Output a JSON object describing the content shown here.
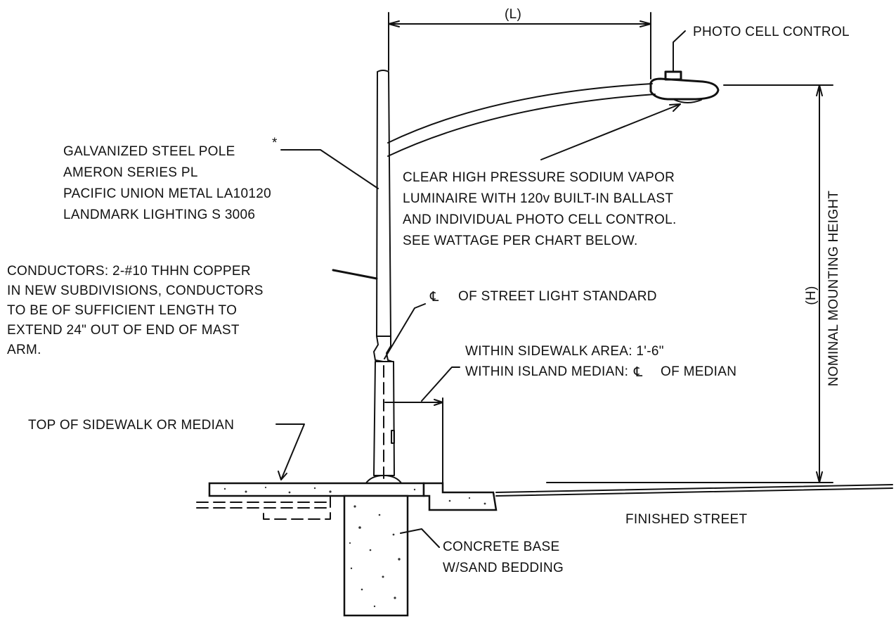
{
  "labels": {
    "dimension_L": "(L)",
    "photo_cell": "PHOTO CELL CONTROL",
    "pole_asterisk": "*",
    "pole_line1": "GALVANIZED STEEL POLE",
    "pole_line2": "AMERON SERIES PL",
    "pole_line3": "PACIFIC UNION METAL LA10120",
    "pole_line4": "LANDMARK LIGHTING S 3006",
    "luminaire_line1": "CLEAR HIGH PRESSURE SODIUM VAPOR",
    "luminaire_line2": "LUMINAIRE WITH 120v BUILT-IN BALLAST",
    "luminaire_line3": "AND INDIVIDUAL PHOTO CELL CONTROL.",
    "luminaire_line4": "SEE WATTAGE PER CHART BELOW.",
    "conductors_line1": "CONDUCTORS: 2-#10 THHN COPPER",
    "conductors_line2": "IN NEW SUBDIVISIONS, CONDUCTORS",
    "conductors_line3": "TO BE OF SUFFICIENT LENGTH TO",
    "conductors_line4": "EXTEND 24\" OUT OF END OF MAST",
    "conductors_line5": "ARM.",
    "centerline_symbol": "℄",
    "centerline_text": "OF STREET LIGHT STANDARD",
    "offset_line1": "WITHIN SIDEWALK AREA: 1'-6\"",
    "offset_line2_prefix": "WITHIN ISLAND MEDIAN:",
    "offset_line2_symbol": "℄",
    "offset_line2_suffix": "OF MEDIAN",
    "top_sidewalk": "TOP OF SIDEWALK OR MEDIAN",
    "dimension_H": "(H)",
    "mounting_height": "NOMINAL MOUNTING HEIGHT",
    "finished_street": "FINISHED STREET",
    "base_line1": "CONCRETE BASE",
    "base_line2": "W/SAND BEDDING"
  }
}
